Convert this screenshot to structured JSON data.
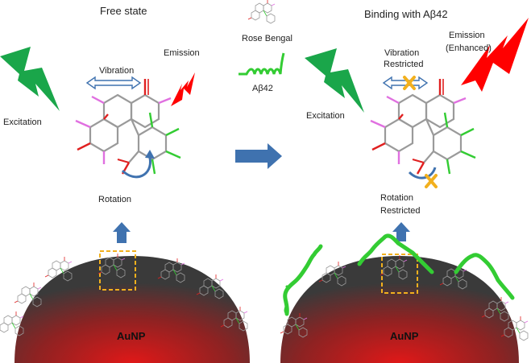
{
  "panels": {
    "free": {
      "title": "Free state",
      "vibration": "Vibration",
      "emission": "Emission",
      "excitation": "Excitation",
      "rotation": "Rotation",
      "nanoparticle": "AuNP"
    },
    "bound": {
      "title": "Binding with Aβ42",
      "vibration_line1": "Vibration",
      "vibration_line2": "Restricted",
      "emission_line1": "Emission",
      "emission_line2": "(Enhanced)",
      "excitation": "Excitation",
      "rotation_line1": "Rotation",
      "rotation_line2": "Restricted",
      "nanoparticle": "AuNP"
    }
  },
  "legend": {
    "dye": "Rose Bengal",
    "peptide": "Aβ42"
  },
  "colors": {
    "excitation": "#1aa64a",
    "emission": "#ff0000",
    "arrow": "#3f72af",
    "restrict_mark": "#f2b01e",
    "helix": "#33cc33",
    "nanoparticle_core": "#e01818",
    "nanoparticle_edge": "#3a3a3a",
    "bond": "#9a9a9a",
    "oxygen": "#e02020",
    "halogen_i": "#e070e0",
    "halogen_cl": "#33cc33"
  }
}
